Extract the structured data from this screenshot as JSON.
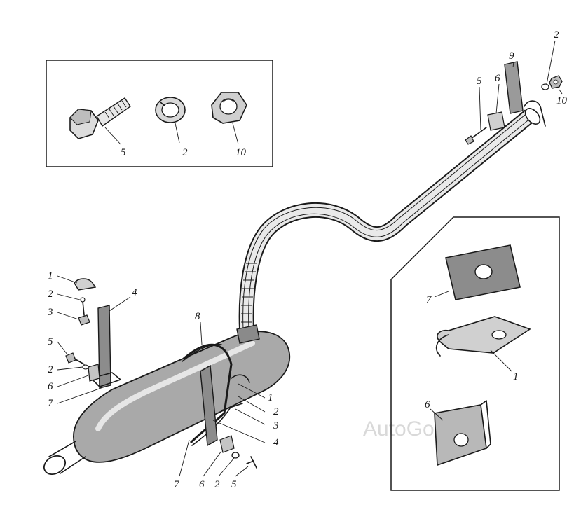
{
  "watermark": "AutoGolf",
  "inset_fasteners": {
    "labels": [
      "5",
      "2",
      "10"
    ]
  },
  "inset_brackets": {
    "labels": [
      "7",
      "1",
      "6"
    ]
  },
  "main": {
    "left_labels": [
      "1",
      "2",
      "3",
      "5",
      "2",
      "6",
      "7"
    ],
    "left_strap_label": "4",
    "clamp_label": "8",
    "right_labels": [
      "1",
      "2",
      "3",
      "4"
    ],
    "bottom_labels": [
      "7",
      "6",
      "2",
      "5"
    ],
    "pipe_end_labels": [
      "5",
      "6",
      "9",
      "2",
      "10"
    ]
  }
}
